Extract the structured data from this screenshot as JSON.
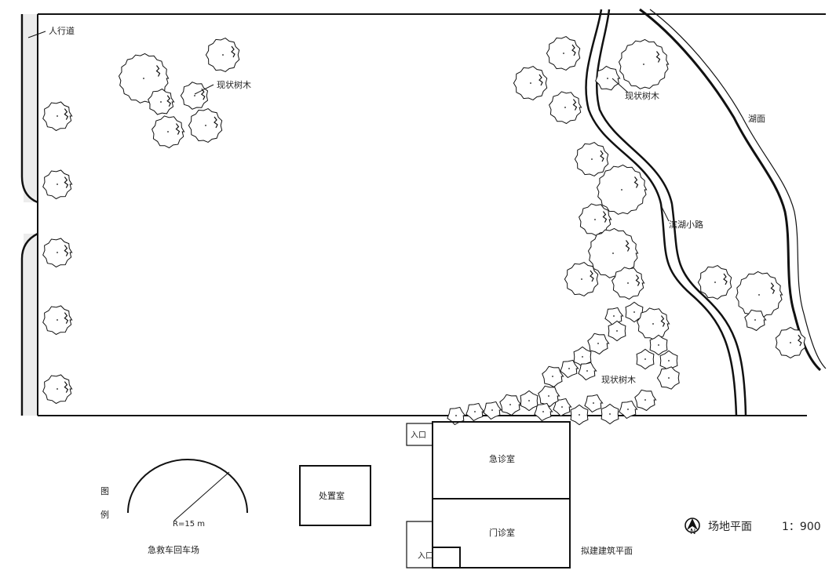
{
  "labels": {
    "sidewalk": "人行道",
    "existing_trees": "现状树木",
    "lake_surface": "湖面",
    "lakeside_path": "滨湖小路",
    "entrance": "入口",
    "emergency_room": "急诊室",
    "outpatient_room": "门诊室",
    "treatment_room": "处置室",
    "legend_title": [
      "图",
      "例"
    ],
    "turnaround_radius": "R=15 m",
    "ambulance_turnaround": "急救车回车场",
    "proposed_building_plan": "拟建建筑平面",
    "site_plan": "场地平面",
    "scale": "1：900"
  },
  "icons": [
    "tree-icon",
    "north-arrow-icon"
  ]
}
